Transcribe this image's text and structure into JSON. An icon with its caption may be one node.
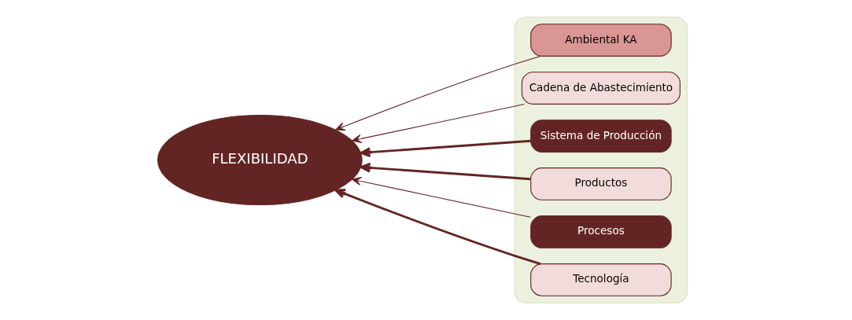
{
  "diagram": {
    "nodes": [
      {
        "text": [
          "FLEXIBILIDAD"
        ]
      },
      {
        "text": [],
        "shape": "box"
      },
      {
        "text": [
          "Ambiental KA"
        ],
        "in": 1
      },
      {
        "text": [
          "Cadena de Abastecimiento"
        ],
        "in": 1
      },
      {
        "text": [
          "Sistema de Producción"
        ],
        "in": 1
      },
      {
        "text": [
          "Productos"
        ],
        "in": 1
      },
      {
        "text": [
          "Procesos"
        ],
        "in": 1
      },
      {
        "text": [
          "Tecnología"
        ],
        "in": 1
      }
    ],
    "edges": [
      {
        "from": 2,
        "to": 0,
        "arrow": "to"
      },
      {
        "from": 3,
        "to": 0,
        "arrow": "to"
      },
      {
        "from": 4,
        "to": 0,
        "arrow": "to",
        "style": "thick"
      },
      {
        "from": 5,
        "to": 0,
        "arrow": "to",
        "style": "thick"
      },
      {
        "from": 6,
        "to": 0,
        "arrow": "to"
      },
      {
        "from": 7,
        "to": 0,
        "arrow": "to",
        "style": "thick"
      }
    ]
  }
}
